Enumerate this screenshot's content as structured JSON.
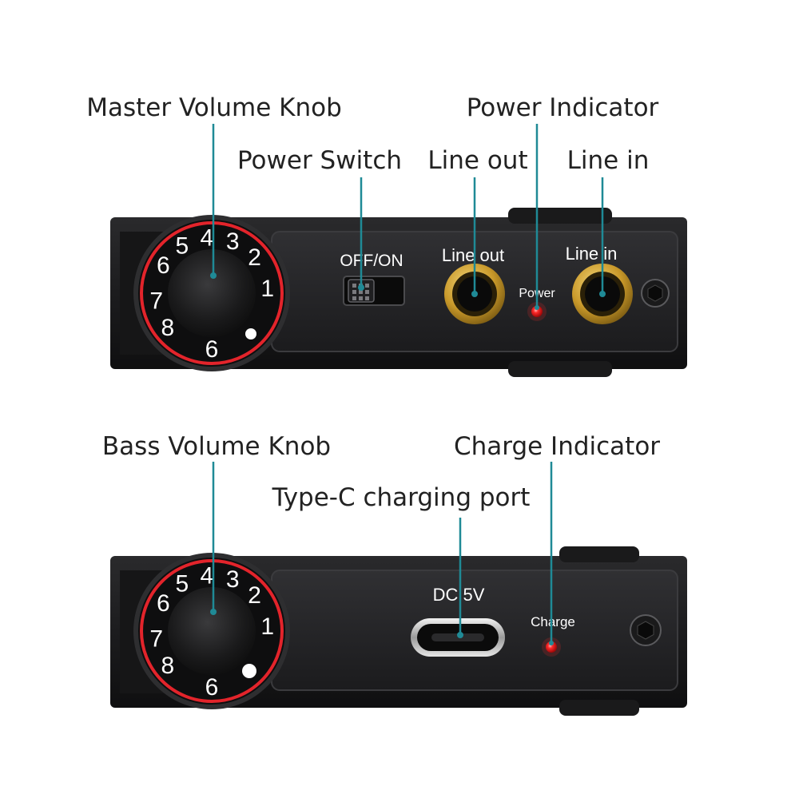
{
  "colors": {
    "leader": "#1f8a96",
    "led": "#ff2a2a",
    "knob_ring": "#e3242b",
    "gold": "#d9b23c"
  },
  "callouts": {
    "master_volume": "Master Volume Knob",
    "power_indicator": "Power Indicator",
    "power_switch": "Power Switch",
    "line_out": "Line out",
    "line_in": "Line in",
    "bass_volume": "Bass Volume Knob",
    "charge_indicator": "Charge Indicator",
    "type_c": "Type-C charging port"
  },
  "top_panel": {
    "switch_label": "OFF/ON",
    "line_out_label": "Line out",
    "power_label": "Power",
    "line_in_label": "Line in"
  },
  "bottom_panel": {
    "dc_label": "DC 5V",
    "charge_label": "Charge"
  },
  "knob_numbers": [
    "1",
    "2",
    "3",
    "4",
    "5",
    "6",
    "7",
    "8",
    "6"
  ]
}
